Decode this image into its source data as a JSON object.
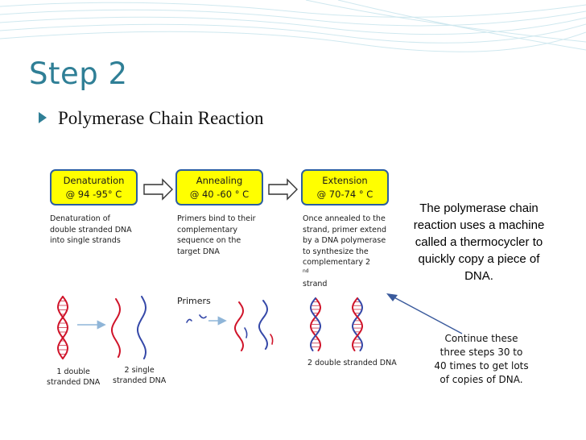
{
  "title": "Step 2",
  "bullet": "Polymerase Chain Reaction",
  "colors": {
    "title": "#2f7f96",
    "step_box_fill": "#ffff00",
    "step_box_border": "#2b5ea1",
    "dna_red": "#d0142a",
    "dna_blue": "#3548a8",
    "pointer_arrow": "#3a5a9c"
  },
  "steps": [
    {
      "name": "Denaturation",
      "temperature": "@ 94 -95° C",
      "description": [
        "Denaturation of",
        "double stranded DNA",
        "into single strands"
      ]
    },
    {
      "name": "Annealing",
      "temperature": "@ 40 -60 ° C",
      "description": [
        "Primers bind to their",
        "complementary",
        "sequence on the",
        "target DNA"
      ]
    },
    {
      "name": "Extension",
      "temperature": "@ 70-74 ° C",
      "description": [
        "Once annealed to the",
        "strand, primer extend",
        "by a DNA polymerase",
        "to synthesize the",
        "complementary 2",
        "strand"
      ],
      "superscript": "nd"
    }
  ],
  "figure_labels": {
    "one_double": [
      "1 double",
      "stranded DNA"
    ],
    "two_single": [
      "2 single",
      "stranded DNA"
    ],
    "primers": "Primers",
    "two_double": "2 double stranded DNA"
  },
  "side_text": [
    "The polymerase chain",
    "reaction uses a machine",
    "called a thermocycler to",
    "quickly copy a piece of",
    "DNA."
  ],
  "side_note": [
    "Continue these",
    "three steps 30 to",
    "40 times to get lots",
    "of copies of DNA."
  ]
}
